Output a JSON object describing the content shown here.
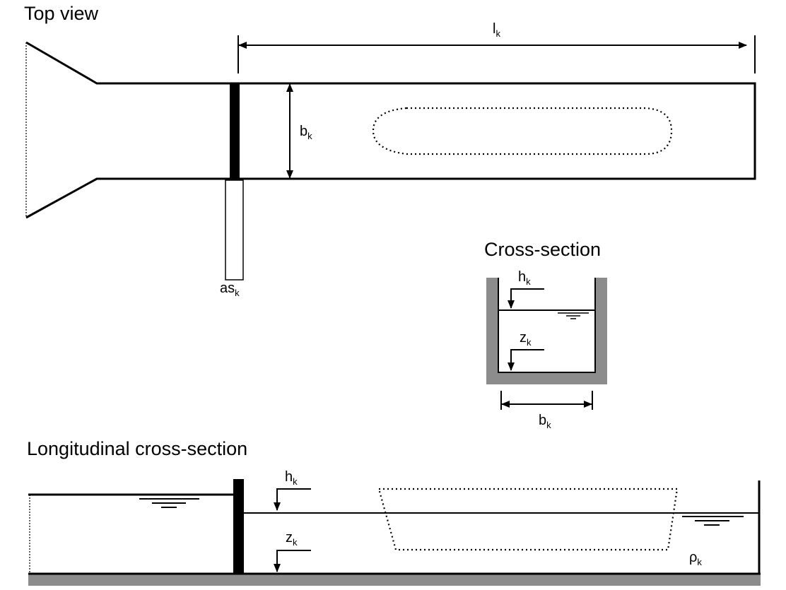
{
  "titles": {
    "top_view": "Top view",
    "cross_section": "Cross-section",
    "longitudinal": "Longitudinal cross-section"
  },
  "labels": {
    "length": {
      "base": "l",
      "sub": "k"
    },
    "width": {
      "base": "b",
      "sub": "k"
    },
    "gate": {
      "base": "as",
      "sub": "k"
    },
    "water_depth": {
      "base": "h",
      "sub": "k"
    },
    "bottom": {
      "base": "z",
      "sub": "k"
    },
    "density": {
      "base": "ρ",
      "sub": "k"
    }
  },
  "colors": {
    "ink": "#000000",
    "concrete": "#8c8c8c",
    "background": "#ffffff"
  }
}
